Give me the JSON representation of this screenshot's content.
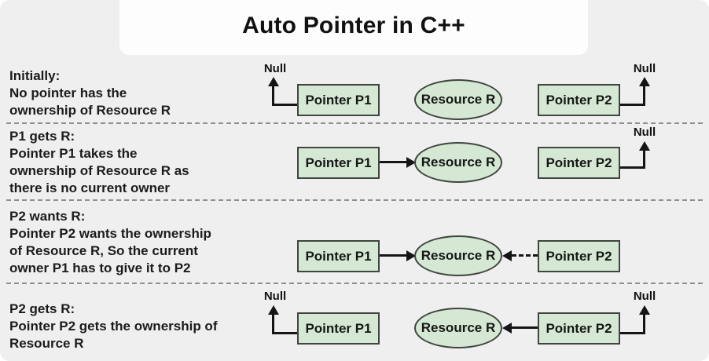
{
  "title": "Auto Pointer in C++",
  "labels": {
    "null_label": "Null",
    "pointer_p1": "Pointer P1",
    "pointer_p2": "Pointer P2",
    "resource": "Resource R"
  },
  "rows": [
    {
      "name": "initially",
      "description": "Initially:\nNo pointer has the\nownership of Resource R"
    },
    {
      "name": "p1-gets-r",
      "description": "P1 gets R:\nPointer P1 takes the\nownership of Resource R as\nthere is no current owner"
    },
    {
      "name": "p2-wants-r",
      "description": "P2 wants R:\nPointer P2 wants the ownership\nof Resource R, So the current\nowner P1 has to give it to P2"
    },
    {
      "name": "p2-gets-r",
      "description": "P2 gets R:\nPointer P2 gets the ownership of\nResource R"
    }
  ],
  "colors": {
    "background": "#efefef",
    "title_card": "#fdfdfd",
    "node_fill": "#d5e8d4",
    "node_border": "#404540",
    "line": "#151515",
    "divider": "#8f8f8f",
    "text": "#1b1b1b"
  }
}
